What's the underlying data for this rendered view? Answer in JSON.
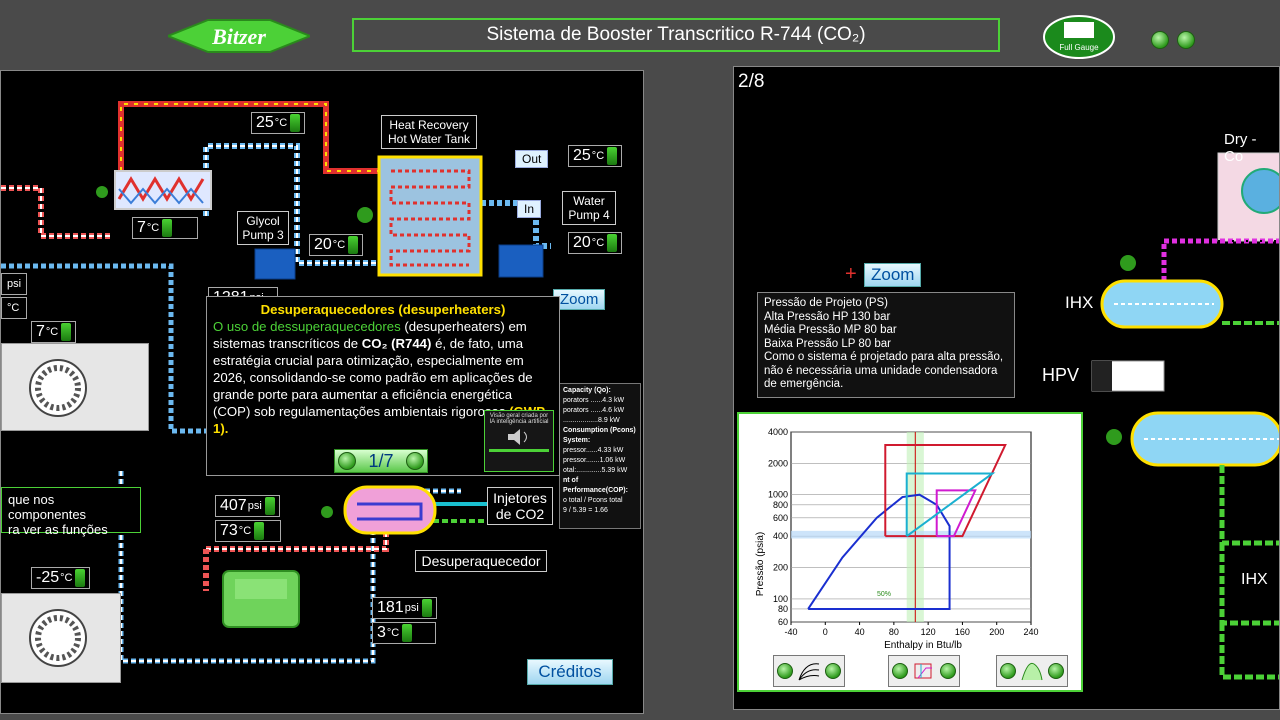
{
  "header": {
    "title": "Sistema de Booster Transcritico R-744 (CO₂)",
    "brand": "Bitzer",
    "partner": "Full Gauge"
  },
  "left": {
    "temps": {
      "top": "25",
      "hx_below": "7",
      "mid": "20",
      "out": "25",
      "pump4": "20",
      "left7": "7",
      "disch_psi": "407",
      "disch_c": "73",
      "low_c": "-25",
      "suct_psi": "181",
      "suct_c": "3",
      "partial_psi": "1281"
    },
    "units": {
      "c": "°C",
      "psi": "psi"
    },
    "labels": {
      "tank": "Heat Recovery\nHot Water Tank",
      "out": "Out",
      "in": "In",
      "glycol": "Glycol\nPump 3",
      "water": "Water\nPump 4",
      "injetores": "Injetores\nde CO2",
      "desuper": "Desuperaquecedor",
      "zoom": "Zoom",
      "creditos": "Créditos",
      "hint": "que nos componentes\nra ver as funções"
    },
    "popup": {
      "title": "Desuperaquecedores (desuperheaters)",
      "p1": "O uso de dessuperaquecedores",
      "p2": " (desuperheaters) em sistemas transcríticos de ",
      "co2": "CO₂ (R744)",
      "p3": " é, de fato, uma estratégia crucial para otimização, especialmente em 2026, consolidando-se como padrão em aplicações de grande porte para aumentar a eficiência energética (COP) sob regulamentações ambientais rigorosas ",
      "gwp": "(GWP 1).",
      "page": "1/7",
      "ai_text": "Visão geral criada por IA inteligência artificial"
    },
    "capacity": [
      "Capacity (Qo):",
      "porators ......4.3 kW",
      "porators ......4.6 kW",
      "..................8.9 kW",
      "",
      "Consumption (Pcons)",
      "System:",
      "pressor......4.33 kW",
      "pressor.......1.06 kW",
      "otal:.............5.39 kW",
      "",
      "nt of Performance(COP):",
      "o total / Pcons total",
      "9 / 5.39 = 1.66"
    ]
  },
  "right": {
    "page": "2/8",
    "zoom": "Zoom",
    "labels": {
      "dry": "Dry - Co",
      "ihx": "IHX",
      "hpv": "HPV",
      "ihx2": "IHX"
    },
    "info": [
      "Pressão de Projeto (PS)",
      "Alta Pressão HP 130 bar",
      "Média Pressão MP 80 bar",
      "Baixa Pressão LP 80 bar",
      "Como o sistema é projetado para alta pressão, não é necessária uma unidade condensadora de emergência."
    ]
  },
  "chart_data": {
    "type": "line",
    "title": "",
    "xlabel": "Enthalpy in Btu/lb",
    "ylabel": "Pressão (psia)",
    "xlim": [
      -40,
      240
    ],
    "ylim": [
      60,
      4000
    ],
    "yscale": "log",
    "xticks": [
      "-40",
      "0",
      "40",
      "80",
      "120",
      "160",
      "200",
      "240"
    ],
    "yticks": [
      "60",
      "80",
      "100",
      "200",
      "400",
      "600",
      "800",
      "1000",
      "2000",
      "4000"
    ],
    "annotation": "50%",
    "series": [
      {
        "color": "#1a2fd0",
        "x": [
          -20,
          20,
          60,
          90,
          110,
          130,
          145,
          145,
          -20
        ],
        "y": [
          80,
          250,
          600,
          950,
          1000,
          800,
          500,
          80,
          80
        ]
      },
      {
        "color": "#d01a2f",
        "x": [
          70,
          70,
          170,
          210,
          160,
          70
        ],
        "y": [
          400,
          3000,
          3000,
          3000,
          400,
          400
        ]
      },
      {
        "color": "#d01ad0",
        "x": [
          130,
          130,
          175,
          150,
          130
        ],
        "y": [
          400,
          1100,
          1100,
          400,
          400
        ]
      },
      {
        "color": "#1ab0d0",
        "x": [
          95,
          95,
          180,
          195,
          95
        ],
        "y": [
          400,
          1600,
          1600,
          1600,
          400
        ]
      }
    ]
  }
}
